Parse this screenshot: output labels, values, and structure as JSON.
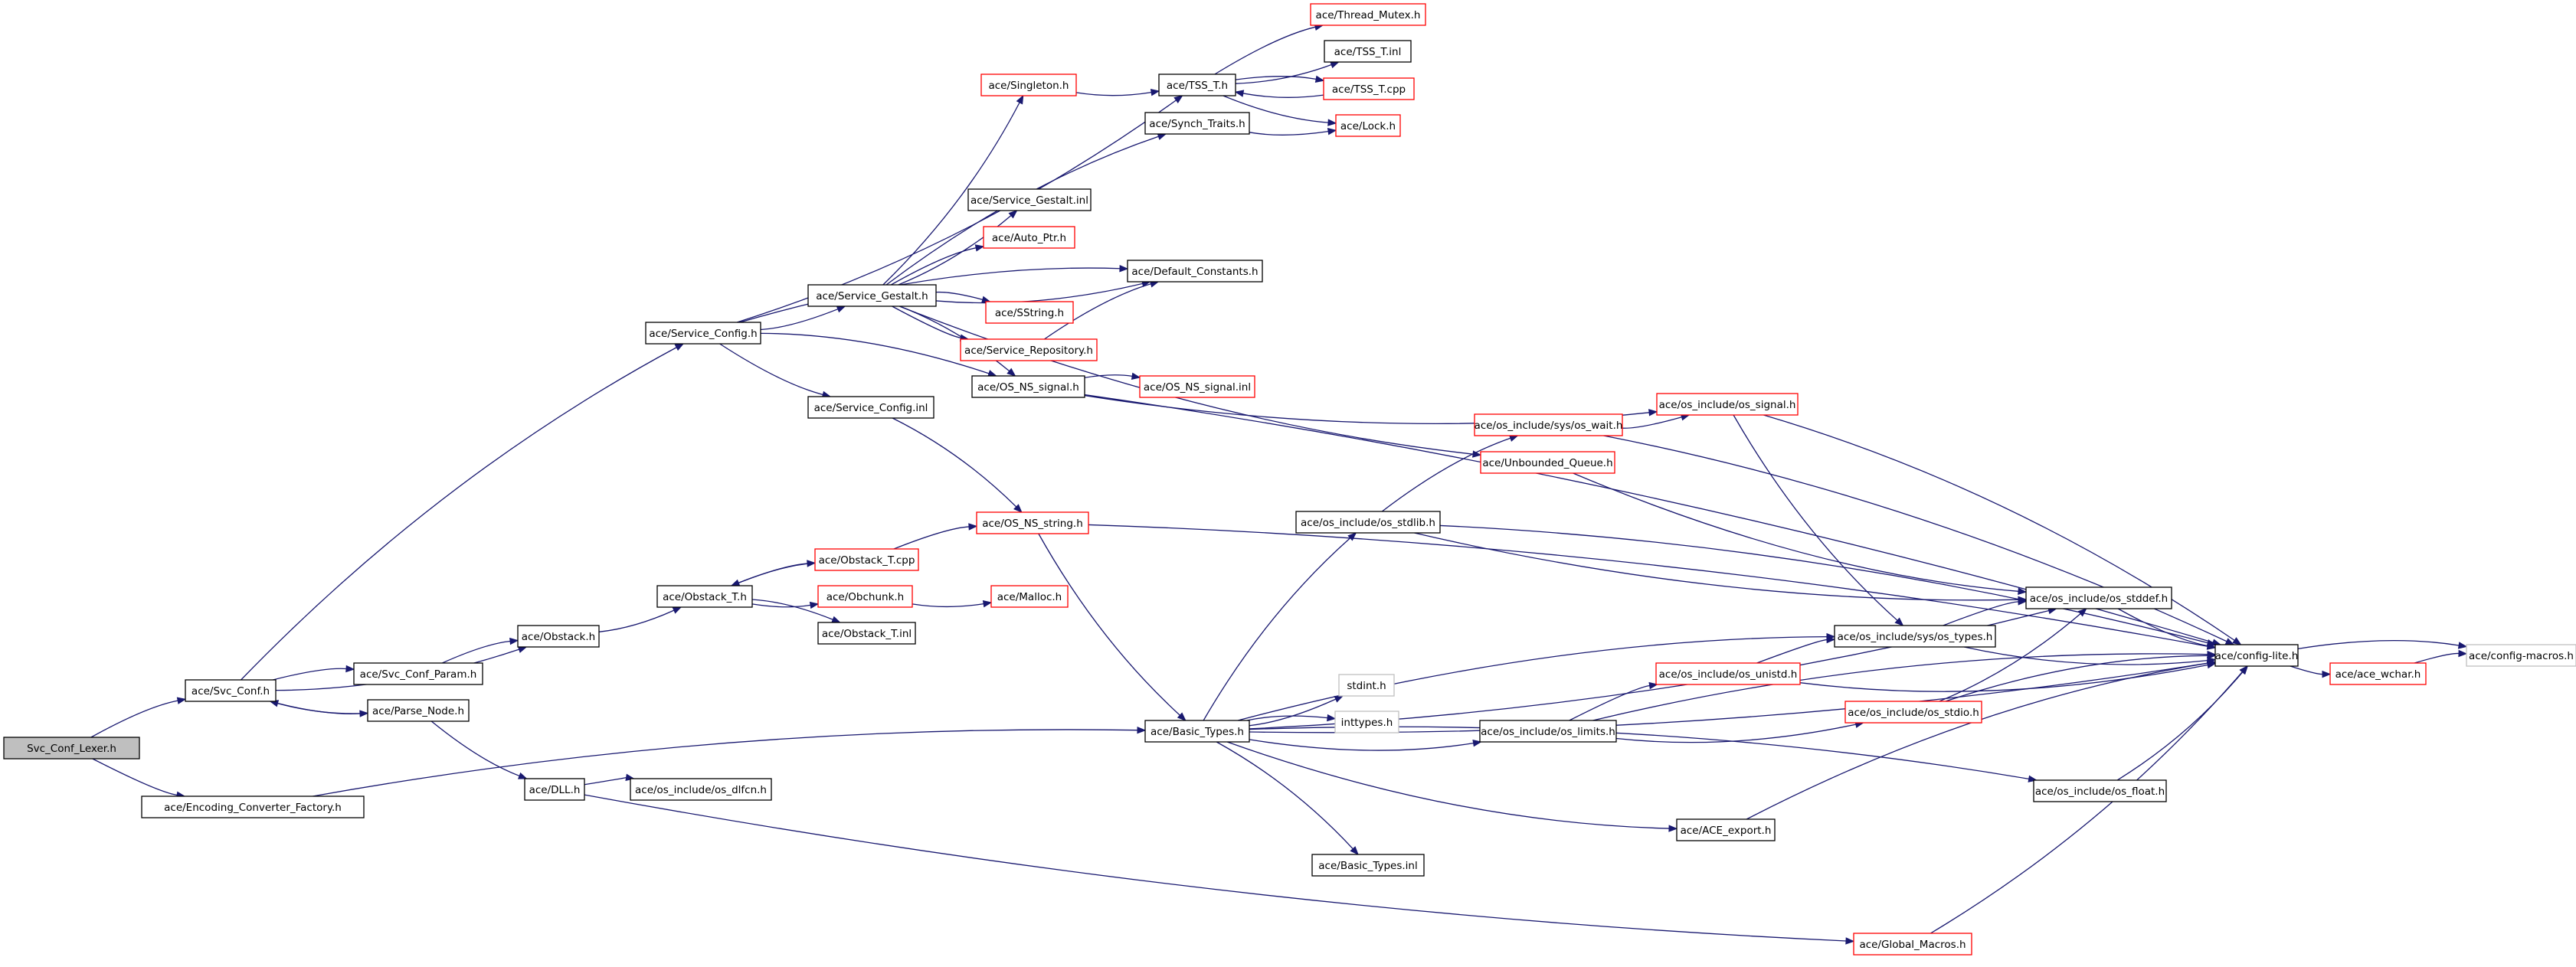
{
  "colors": {
    "edge": "#191970",
    "border_normal": "#000000",
    "border_truncated": "#ff0000",
    "border_missing": "#bfbfbf",
    "fill_root": "#bfbfbf",
    "fill_normal": "#ffffff"
  },
  "nodes": [
    {
      "id": "svc_conf_lexer",
      "label": "Svc_Conf_Lexer.h",
      "kind": "root"
    },
    {
      "id": "svc_conf",
      "label": "ace/Svc_Conf.h",
      "kind": "normal"
    },
    {
      "id": "enc_conv_factory",
      "label": "ace/Encoding_Converter_Factory.h",
      "kind": "normal"
    },
    {
      "id": "service_config_h",
      "label": "ace/Service_Config.h",
      "kind": "normal"
    },
    {
      "id": "obstack_h",
      "label": "ace/Obstack.h",
      "kind": "normal"
    },
    {
      "id": "svc_conf_param",
      "label": "ace/Svc_Conf_Param.h",
      "kind": "normal"
    },
    {
      "id": "parse_node",
      "label": "ace/Parse_Node.h",
      "kind": "normal"
    },
    {
      "id": "dll_h",
      "label": "ace/DLL.h",
      "kind": "normal"
    },
    {
      "id": "os_dlfcn",
      "label": "ace/os_include/os_dlfcn.h",
      "kind": "normal"
    },
    {
      "id": "obstack_t_h",
      "label": "ace/Obstack_T.h",
      "kind": "normal"
    },
    {
      "id": "obstack_t_cpp",
      "label": "ace/Obstack_T.cpp",
      "kind": "truncated"
    },
    {
      "id": "obchunk",
      "label": "ace/Obchunk.h",
      "kind": "truncated"
    },
    {
      "id": "obstack_t_inl",
      "label": "ace/Obstack_T.inl",
      "kind": "normal"
    },
    {
      "id": "malloc_h",
      "label": "ace/Malloc.h",
      "kind": "truncated"
    },
    {
      "id": "service_gestalt_h",
      "label": "ace/Service_Gestalt.h",
      "kind": "normal"
    },
    {
      "id": "service_config_inl",
      "label": "ace/Service_Config.inl",
      "kind": "normal"
    },
    {
      "id": "singleton_h",
      "label": "ace/Singleton.h",
      "kind": "truncated"
    },
    {
      "id": "tss_t_h",
      "label": "ace/TSS_T.h",
      "kind": "normal"
    },
    {
      "id": "thread_mutex",
      "label": "ace/Thread_Mutex.h",
      "kind": "truncated"
    },
    {
      "id": "tss_t_inl",
      "label": "ace/TSS_T.inl",
      "kind": "normal"
    },
    {
      "id": "tss_t_cpp",
      "label": "ace/TSS_T.cpp",
      "kind": "truncated"
    },
    {
      "id": "lock_h",
      "label": "ace/Lock.h",
      "kind": "truncated"
    },
    {
      "id": "synch_traits",
      "label": "ace/Synch_Traits.h",
      "kind": "normal"
    },
    {
      "id": "service_gestalt_inl",
      "label": "ace/Service_Gestalt.inl",
      "kind": "normal"
    },
    {
      "id": "auto_ptr",
      "label": "ace/Auto_Ptr.h",
      "kind": "truncated"
    },
    {
      "id": "default_constants",
      "label": "ace/Default_Constants.h",
      "kind": "normal"
    },
    {
      "id": "sstring",
      "label": "ace/SString.h",
      "kind": "truncated"
    },
    {
      "id": "service_repository",
      "label": "ace/Service_Repository.h",
      "kind": "truncated"
    },
    {
      "id": "os_ns_signal_h",
      "label": "ace/OS_NS_signal.h",
      "kind": "normal"
    },
    {
      "id": "os_ns_signal_inl",
      "label": "ace/OS_NS_signal.inl",
      "kind": "truncated"
    },
    {
      "id": "os_ns_string",
      "label": "ace/OS_NS_string.h",
      "kind": "truncated"
    },
    {
      "id": "os_signal",
      "label": "ace/os_include/os_signal.h",
      "kind": "truncated"
    },
    {
      "id": "os_wait",
      "label": "ace/os_include/sys/os_wait.h",
      "kind": "truncated"
    },
    {
      "id": "unbounded_queue",
      "label": "ace/Unbounded_Queue.h",
      "kind": "truncated"
    },
    {
      "id": "os_stdlib",
      "label": "ace/os_include/os_stdlib.h",
      "kind": "normal"
    },
    {
      "id": "os_stddef",
      "label": "ace/os_include/os_stddef.h",
      "kind": "normal"
    },
    {
      "id": "sys_os_types",
      "label": "ace/os_include/sys/os_types.h",
      "kind": "normal"
    },
    {
      "id": "config_lite",
      "label": "ace/config-lite.h",
      "kind": "normal"
    },
    {
      "id": "config_macros",
      "label": "ace/config-macros.h",
      "kind": "missing"
    },
    {
      "id": "ace_wchar",
      "label": "ace/ace_wchar.h",
      "kind": "truncated"
    },
    {
      "id": "os_unistd",
      "label": "ace/os_include/os_unistd.h",
      "kind": "truncated"
    },
    {
      "id": "stdint",
      "label": "stdint.h",
      "kind": "missing"
    },
    {
      "id": "inttypes",
      "label": "inttypes.h",
      "kind": "missing"
    },
    {
      "id": "basic_types_h",
      "label": "ace/Basic_Types.h",
      "kind": "normal"
    },
    {
      "id": "os_limits",
      "label": "ace/os_include/os_limits.h",
      "kind": "normal"
    },
    {
      "id": "os_stdio",
      "label": "ace/os_include/os_stdio.h",
      "kind": "truncated"
    },
    {
      "id": "os_float",
      "label": "ace/os_include/os_float.h",
      "kind": "normal"
    },
    {
      "id": "ace_export",
      "label": "ace/ACE_export.h",
      "kind": "normal"
    },
    {
      "id": "basic_types_inl",
      "label": "ace/Basic_Types.inl",
      "kind": "normal"
    },
    {
      "id": "global_macros",
      "label": "ace/Global_Macros.h",
      "kind": "truncated"
    }
  ]
}
